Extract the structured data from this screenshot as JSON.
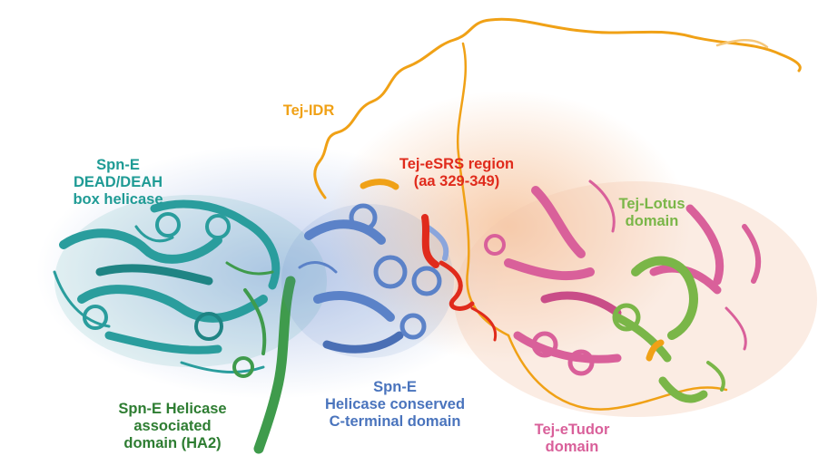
{
  "colors": {
    "teal": "#2a9d9d",
    "blue": "#5b82c8",
    "green": "#3f9b4c",
    "dark_green": "#2e7d32",
    "red": "#e02b1c",
    "orange": "#f0a116",
    "pink": "#d9609a",
    "lotus_green": "#7ab648"
  },
  "labels": {
    "dead_box": [
      "Spn-E",
      "DEAD/DEAH",
      "box helicase"
    ],
    "idr": [
      "Tej-IDR"
    ],
    "esrs": [
      "Tej-eSRS region",
      "(aa 329-349)"
    ],
    "lotus": [
      "Tej-Lotus",
      "domain"
    ],
    "ha2": [
      "Spn-E Helicase",
      "associated",
      "domain (HA2)"
    ],
    "ctd": [
      "Spn-E",
      "Helicase conserved",
      "C-terminal domain"
    ],
    "etudor": [
      "Tej-eTudor",
      "domain"
    ]
  },
  "structures": [
    {
      "name": "dead-box-domain",
      "color": "teal"
    },
    {
      "name": "ctd-domain",
      "color": "blue"
    },
    {
      "name": "ha2-domain",
      "color": "green"
    },
    {
      "name": "idr-chain",
      "color": "orange"
    },
    {
      "name": "esrs-region",
      "color": "red"
    },
    {
      "name": "etudor-domain",
      "color": "pink"
    },
    {
      "name": "lotus-domain",
      "color": "lotus_green"
    }
  ]
}
